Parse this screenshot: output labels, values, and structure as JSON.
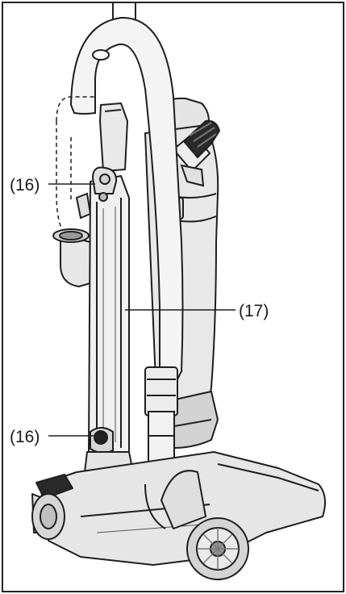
{
  "callouts": [
    {
      "id": "a",
      "label": "(16)"
    },
    {
      "id": "b",
      "label": "(17)"
    },
    {
      "id": "c",
      "label": "(16)"
    }
  ],
  "colors": {
    "frame": "#222222",
    "body": "#e6e6e6",
    "body_dark": "#c8c8c8",
    "hose": "#f2f2f2",
    "outline": "#1e1e1e",
    "background": "#ffffff"
  }
}
